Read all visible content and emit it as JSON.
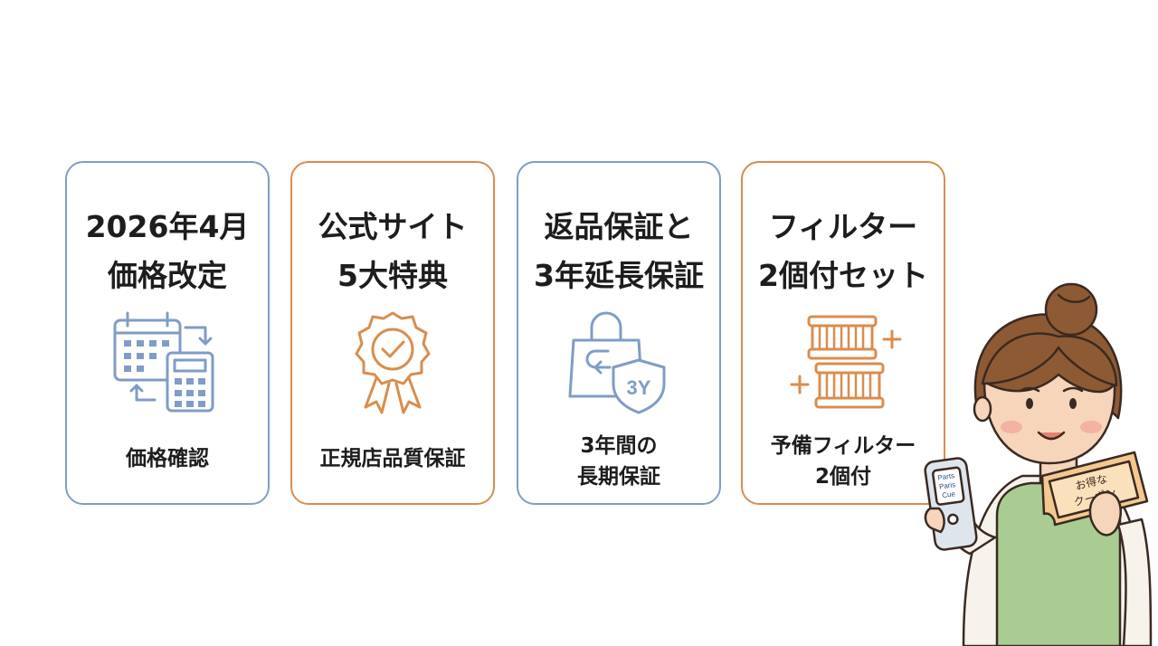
{
  "cards": [
    {
      "title_lines": [
        "2026年4月",
        "価格改定"
      ],
      "icon": "calendar-calculator-icon",
      "caption_lines": [
        "価格確認"
      ]
    },
    {
      "title_lines": [
        "公式サイト",
        "5大特典"
      ],
      "icon": "award-ribbon-icon",
      "caption_lines": [
        "正規店品質保証"
      ]
    },
    {
      "title_lines": [
        "返品保証と",
        "3年延長保証"
      ],
      "icon": "bag-shield-icon",
      "icon_text": "3Y",
      "caption_lines": [
        "3年間の",
        "長期保証"
      ]
    },
    {
      "title_lines": [
        "フィルター",
        "2個付セット"
      ],
      "icon": "filter-pair-icon",
      "caption_lines": [
        "予備フィルター",
        "2個付"
      ]
    }
  ],
  "illustration": {
    "phone_text": [
      "Parts",
      "Paris",
      "Cue"
    ],
    "coupon_text": [
      "お得な",
      "クーポン"
    ]
  },
  "colors": {
    "blue": "#7f9dc6",
    "orange": "#d98d4e",
    "text": "#1d1d1d",
    "apron": "#a9cc93"
  }
}
